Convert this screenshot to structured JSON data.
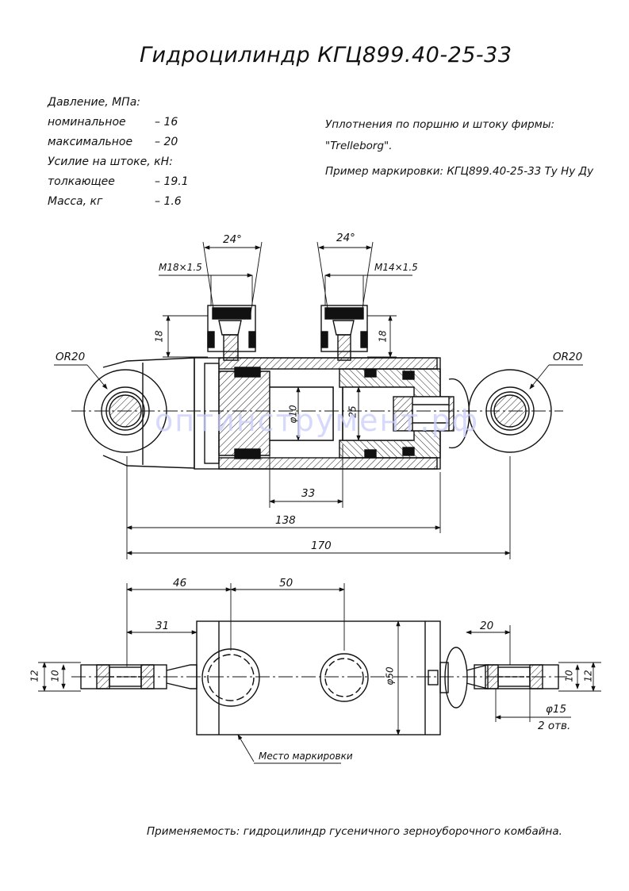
{
  "title": "Гидроцилиндр КГЦ899.40-25-33",
  "specs": {
    "pressure_header": "Давление, МПа:",
    "nominal_label": "номинальное",
    "nominal_value": "– 16",
    "max_label": "максимальное",
    "max_value": "– 20",
    "force_header": "Усилие на штоке, кН:",
    "push_label": "толкающее",
    "push_value": "– 19.1",
    "mass_label": "Масса, кг",
    "mass_value": "– 1.6"
  },
  "notes": {
    "seals_line1": "Уплотнения по поршню и штоку фирмы:",
    "seals_line2": "\"Trelleborg\".",
    "marking_example": "Пример маркировки: КГЦ899.40-25-33 Ту Ну Ду"
  },
  "dimensions": {
    "angle_left": "24°",
    "angle_right": "24°",
    "thread_left": "M18×1.5",
    "thread_right": "M14×1.5",
    "port_height_left": "18",
    "port_height_right": "18",
    "radius_left": "OR20",
    "radius_right": "OR20",
    "rod_dia": "φ10",
    "bore_dia": "25",
    "stroke": "33",
    "closed_length": "138",
    "total_length": "170",
    "port_offset_1": "46",
    "port_spacing": "50",
    "eye_offset": "31",
    "eye_offset_right": "20",
    "eye_thick_outer_left": "12",
    "eye_thick_inner_left": "10",
    "eye_thick_inner_right": "10",
    "eye_thick_outer_right": "12",
    "body_dia": "φ50",
    "hole_dia": "φ15",
    "hole_count": "2 отв."
  },
  "marking_place": "Место маркировки",
  "watermark": "оптинструмент.рф",
  "footer": "Применяемость: гидроцилиндр гусеничного зерноуборочного комбайна."
}
